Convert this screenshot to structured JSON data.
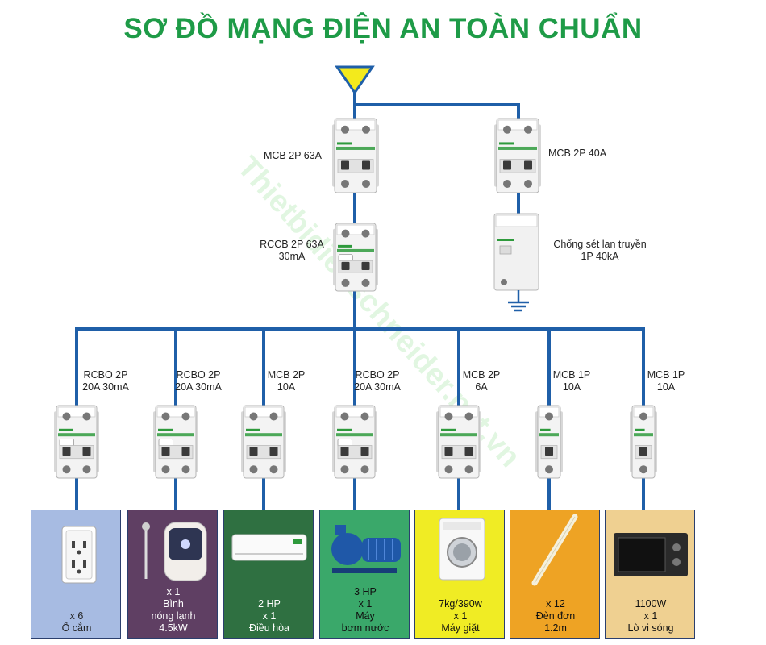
{
  "title": "SƠ ĐỒ MẠNG ĐIỆN AN TOÀN CHUẨN",
  "watermark": "Thietbidienschneider.net.vn",
  "colors": {
    "title": "#1e9b47",
    "wire": "#1f5fa8",
    "source_fill": "#f3ea1c",
    "brand_green": "#2e9a3c"
  },
  "main_breaker": {
    "lines": [
      "MCB 2P 63A"
    ]
  },
  "rccb": {
    "lines": [
      "RCCB 2P 63A",
      "30mA"
    ]
  },
  "spd_breaker": {
    "lines": [
      "MCB 2P 40A"
    ]
  },
  "spd": {
    "lines": [
      "Chống sét lan truyền",
      "1P 40kA"
    ],
    "icon": "ground-icon"
  },
  "branches": [
    {
      "breaker": [
        "RCBO 2P",
        "20A 30mA"
      ],
      "type": "rcbo",
      "panel_color": "#a7bbe2",
      "text_color": "#222222",
      "load": [
        "x 6",
        "Ổ cắm"
      ],
      "icon": "outlet-icon"
    },
    {
      "breaker": [
        "RCBO 2P",
        "20A 30mA"
      ],
      "type": "rcbo",
      "panel_color": "#5f3f63",
      "text_color": "#ffffff",
      "load": [
        "x 1",
        "Bình",
        "nóng lạnh",
        "4.5kW"
      ],
      "icon": "water-heater-icon"
    },
    {
      "breaker": [
        "MCB 2P",
        "10A"
      ],
      "type": "mcb2p",
      "panel_color": "#2f7041",
      "text_color": "#ffffff",
      "load": [
        "2 HP",
        "x 1",
        "Điều hòa"
      ],
      "icon": "air-conditioner-icon"
    },
    {
      "breaker": [
        "RCBO 2P",
        "20A 30mA"
      ],
      "type": "rcbo",
      "panel_color": "#3aa86a",
      "text_color": "#111111",
      "load": [
        "3 HP",
        "x 1",
        "Máy",
        "bơm nước"
      ],
      "icon": "water-pump-icon"
    },
    {
      "breaker": [
        "MCB 2P",
        "6A"
      ],
      "type": "mcb2p",
      "panel_color": "#f0ec24",
      "text_color": "#111111",
      "load": [
        "7kg/390w",
        "x 1",
        "Máy giặt"
      ],
      "icon": "washing-machine-icon"
    },
    {
      "breaker": [
        "MCB 1P",
        "10A"
      ],
      "type": "mcb1p",
      "panel_color": "#eea324",
      "text_color": "#111111",
      "load": [
        "x 12",
        "Đèn đơn",
        "1.2m"
      ],
      "icon": "tube-light-icon"
    },
    {
      "breaker": [
        "MCB 1P",
        "10A"
      ],
      "type": "mcb1p",
      "panel_color": "#efd091",
      "text_color": "#111111",
      "load": [
        "1100W",
        "x 1",
        "Lò vi sóng"
      ],
      "icon": "microwave-icon"
    }
  ]
}
